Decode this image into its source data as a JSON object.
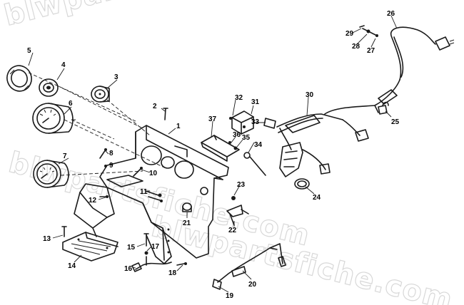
{
  "watermark": {
    "text": "blwpartsfiche.com"
  },
  "callouts": [
    {
      "id": "c1",
      "label": "1"
    },
    {
      "id": "c2",
      "label": "2"
    },
    {
      "id": "c3",
      "label": "3"
    },
    {
      "id": "c4",
      "label": "4"
    },
    {
      "id": "c5",
      "label": "5"
    },
    {
      "id": "c6",
      "label": "6"
    },
    {
      "id": "c7",
      "label": "7"
    },
    {
      "id": "c8",
      "label": "8"
    },
    {
      "id": "c9",
      "label": "9"
    },
    {
      "id": "c10",
      "label": "10"
    },
    {
      "id": "c11",
      "label": "11"
    },
    {
      "id": "c12",
      "label": "12"
    },
    {
      "id": "c13",
      "label": "13"
    },
    {
      "id": "c14",
      "label": "14"
    },
    {
      "id": "c15",
      "label": "15"
    },
    {
      "id": "c16",
      "label": "16"
    },
    {
      "id": "c17",
      "label": "17"
    },
    {
      "id": "c18",
      "label": "18"
    },
    {
      "id": "c19",
      "label": "19"
    },
    {
      "id": "c20",
      "label": "20"
    },
    {
      "id": "c21",
      "label": "21"
    },
    {
      "id": "c22",
      "label": "22"
    },
    {
      "id": "c23",
      "label": "23"
    },
    {
      "id": "c24",
      "label": "24"
    },
    {
      "id": "c25",
      "label": "25"
    },
    {
      "id": "c26",
      "label": "26"
    },
    {
      "id": "c27",
      "label": "27"
    },
    {
      "id": "c28",
      "label": "28"
    },
    {
      "id": "c29",
      "label": "29"
    },
    {
      "id": "c30",
      "label": "30"
    },
    {
      "id": "c31",
      "label": "31"
    },
    {
      "id": "c32",
      "label": "32"
    },
    {
      "id": "c33",
      "label": "33"
    },
    {
      "id": "c34",
      "label": "34"
    },
    {
      "id": "c35",
      "label": "35"
    },
    {
      "id": "c36",
      "label": "36"
    },
    {
      "id": "c37",
      "label": "37"
    }
  ]
}
